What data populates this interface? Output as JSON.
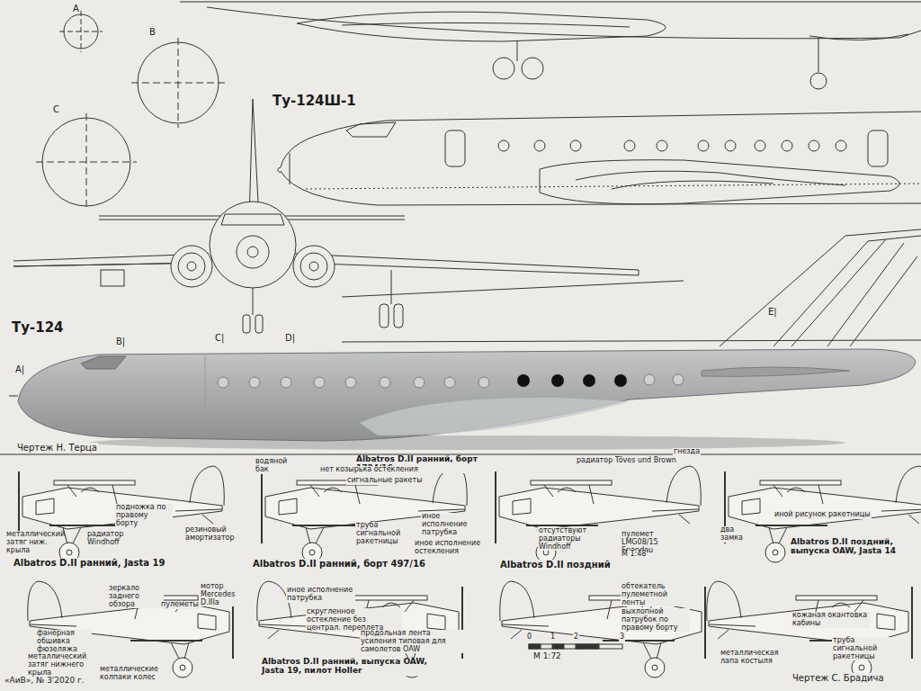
{
  "diagram": {
    "labels": [
      "А",
      "В",
      "С",
      "Ту-124Ш-1",
      "Ту-124",
      "В|",
      "С|",
      "D|",
      "А|",
      "Е|",
      "Чертеж Н. Терца",
      "Albatros D.II ранний, Jasta 19",
      "Albatros D.II ранний, борт 1724/16",
      "Albatros D.II поздний",
      "Albatros D.II поздний, выпуска OAW, Jasta 14",
      "Albatros D.II ранний, борт 497/16",
      "Albatros D.II ранний, выпуска OAW, Jasta 19, пилот Holler",
      "Чертеж С. Брадича",
      "М 1:72",
      "0",
      "1",
      "2",
      "3",
      "«АиВ», № 3'2020 г.",
      "металлический затяг ниж. крыла",
      "радиатор Windhoff",
      "подножка по правому борту",
      "резиновый амортизатор",
      "водяной бак",
      "нет козырька остекления",
      "сигнальные ракеты",
      "труба сигнальной ракетницы",
      "иное исполнение патрубка",
      "иное исполнение остекления",
      "радиатор Töves und Brown",
      "гнезда",
      "отсутствуют радиаторы Windhoff",
      "пулемет LMG08/15 Spandau",
      "М 1:48",
      "два замка",
      "иной рисунок ракетницы",
      "фанерная обшивка фюзеляжа",
      "зеркало заднего обзора",
      "пулеметы",
      "мотор Mercedes D.IIIa",
      "металлический затяг нижнего крыла",
      "металлические колпаки колес",
      "иное исполнение патрубка",
      "скругленное остекление без централ. переплета",
      "продольная лента усиления типовая для самолетов OAW",
      "обтекатель пулеметной ленты",
      "выхлопной патрубок по правому борту",
      "кожаная окантовка кабины",
      "металлическая лапа костыля",
      "труба сигнальной ракетницы"
    ]
  }
}
